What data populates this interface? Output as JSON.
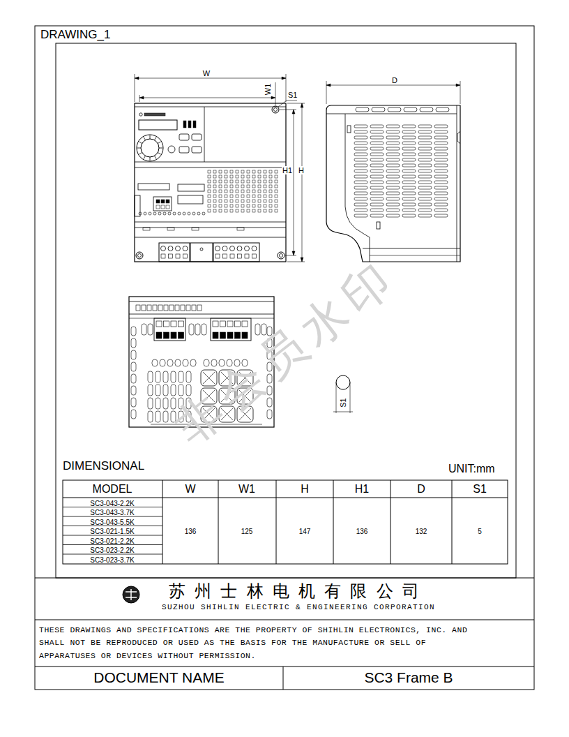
{
  "diagram": {
    "title": "DRAWING_1",
    "labels": [
      "W",
      "W1",
      "S1",
      "H1",
      "H",
      "D",
      "S1",
      "DIMENSIONAL",
      "UNIT:mm",
      "MODEL",
      "W",
      "W1",
      "H",
      "H1",
      "D",
      "S1",
      "SC3-043-2.2K",
      "SC3-043-3.7K",
      "SC3-043-5.5K",
      "SC3-021-1.5K",
      "SC3-021-2.2K",
      "SC3-023-2.2K",
      "SC3-023-3.7K",
      "136",
      "125",
      "147",
      "136",
      "132",
      "5",
      "苏州士林电机有限公司",
      "SUZHOU SHIHLIN ELECTRIC & ENGINEERING CORPORATION",
      "THESE DRAWINGS AND SPECIFICATIONS ARE THE PROPERTY OF SHIHLIN ELECTRONICS, INC. AND SHALL NOT BE REPRODUCED OR USED AS THE BASIS FOR THE MANUFACTURE OR SELL OF APPARATUSES OR DEVICES WITHOUT PERMISSION.",
      "DOCUMENT NAME",
      "SC3 Frame B",
      "非会员水印"
    ]
  }
}
